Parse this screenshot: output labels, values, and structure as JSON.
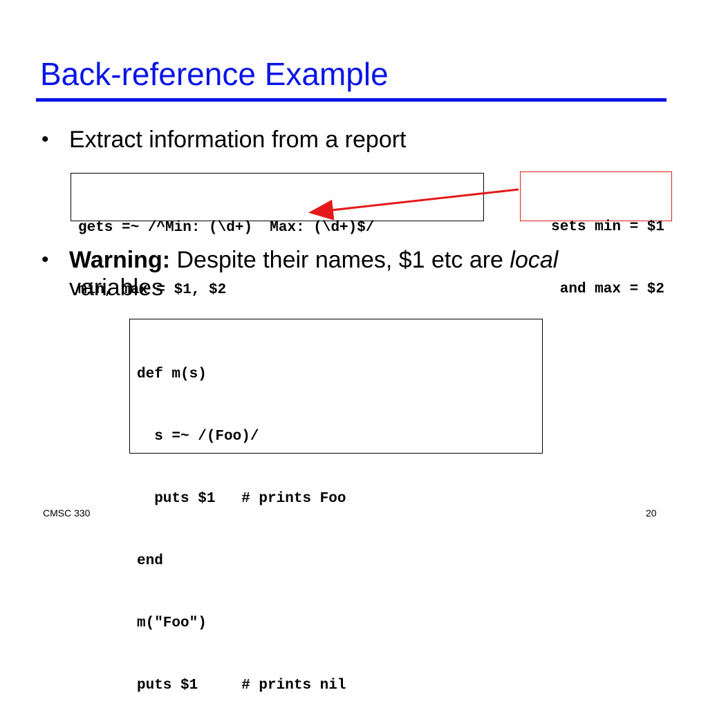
{
  "slide": {
    "title": "Back-reference Example",
    "footer_left": "CMSC 330",
    "page_number": "20"
  },
  "bullets": [
    {
      "marker": "•",
      "text": "Extract information from a report"
    },
    {
      "marker": "•",
      "warning_label": "Warning:",
      "text_before_emphasis": "Despite their names, $1 etc are ",
      "emphasis": "local",
      "text_after_emphasis": "variables"
    }
  ],
  "code_block_1": {
    "lines": [
      "gets =~ /^Min: (\\d+)  Max: (\\d+)$/",
      "min, max = $1, $2"
    ]
  },
  "callout": {
    "lines": [
      "sets min = $1",
      "and max = $2"
    ],
    "border_color": "#e41919"
  },
  "code_block_2": {
    "lines": [
      "def m(s)",
      "  s =~ /(Foo)/",
      "  puts $1   # prints Foo",
      "end",
      "m(\"Foo\")",
      "puts $1     # prints nil"
    ]
  },
  "colors": {
    "title": "#0a14e6",
    "arrow": "#e41919"
  }
}
